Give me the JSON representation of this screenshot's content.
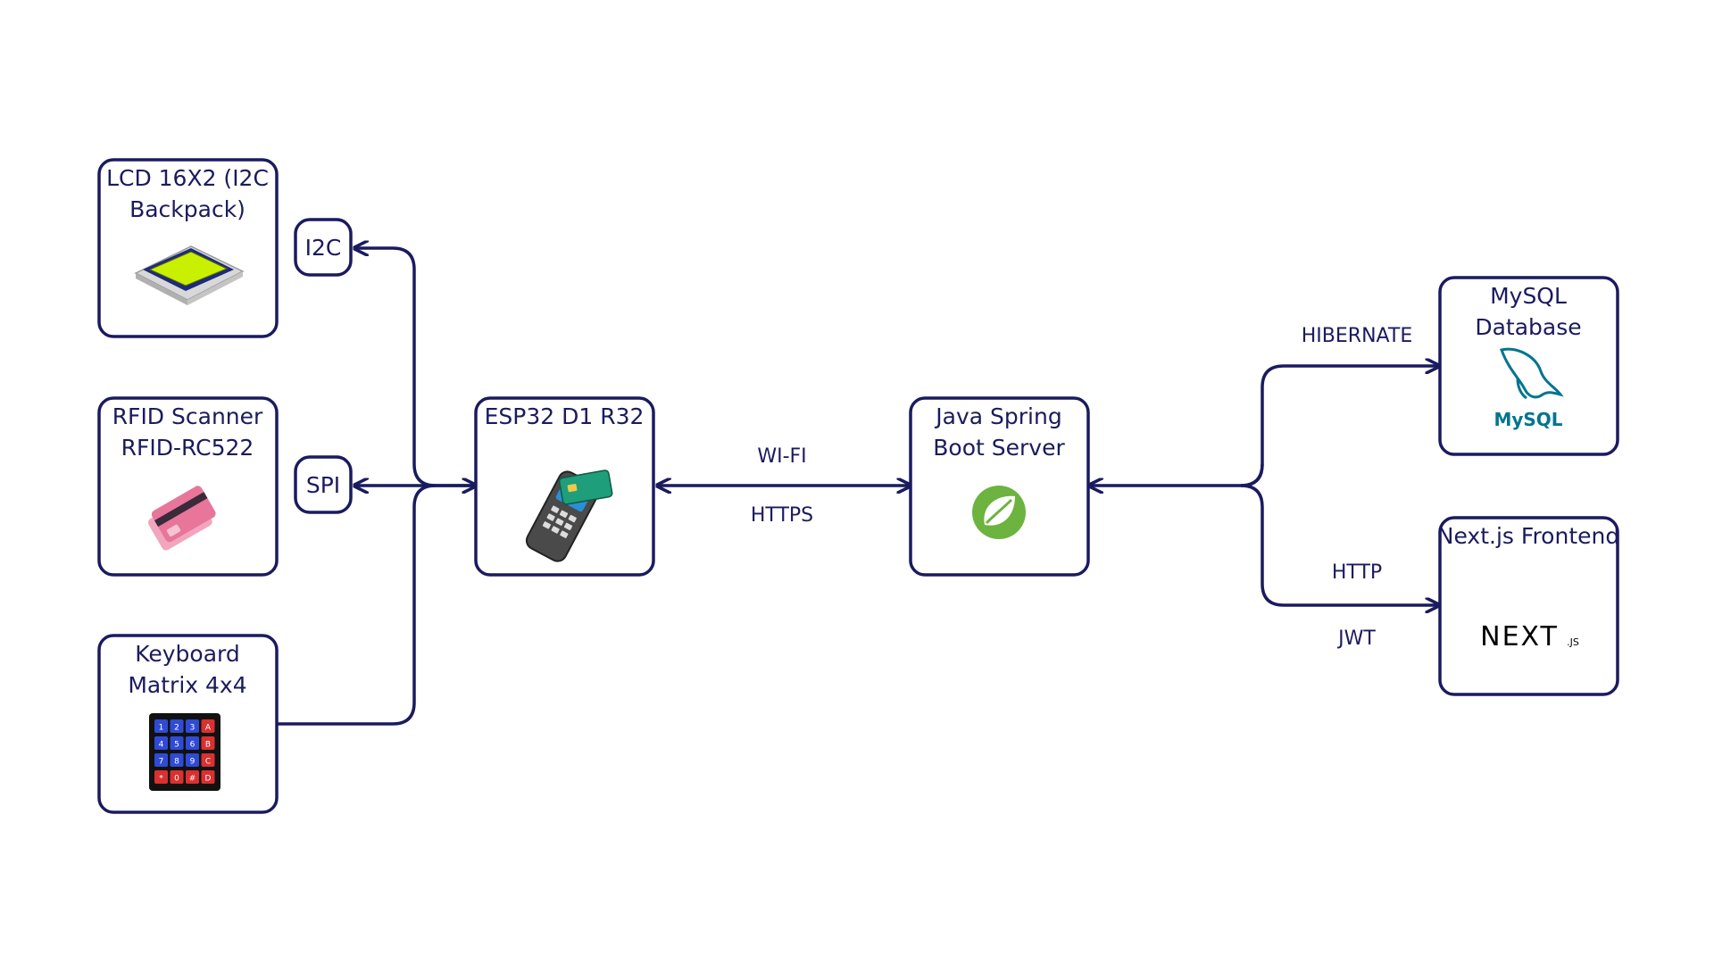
{
  "nodes": {
    "lcd": {
      "line1": "LCD 16X2 (I2C",
      "line2": "Backpack)"
    },
    "rfid": {
      "line1": "RFID Scanner",
      "line2": "RFID-RC522"
    },
    "keypad": {
      "line1": "Keyboard",
      "line2": "Matrix 4x4",
      "keys": [
        "1",
        "2",
        "3",
        "A",
        "4",
        "5",
        "6",
        "B",
        "7",
        "8",
        "9",
        "C",
        "*",
        "0",
        "#",
        "D"
      ]
    },
    "esp32": {
      "line1": "ESP32 D1 R32"
    },
    "spring": {
      "line1": "Java Spring",
      "line2": "Boot Server"
    },
    "mysql": {
      "line1": "MySQL",
      "line2": "Database",
      "logo_text": "MySQL"
    },
    "nextjs": {
      "line1": "Next.js Frontend",
      "logo_text": "NEXT",
      "logo_suffix": ".JS"
    }
  },
  "ports": {
    "i2c": "I2C",
    "spi": "SPI"
  },
  "edges": {
    "wifi": "WI-FI",
    "https": "HTTPS",
    "hibernate": "HIBERNATE",
    "http": "HTTP",
    "jwt": "JWT"
  },
  "colors": {
    "stroke": "#1a1b5e",
    "lcd_screen": "#c8f000",
    "card_pink": "#e8769a",
    "keypad_blue": "#2f4bd6",
    "keypad_red": "#d93030",
    "spring_green": "#6db33f",
    "mysql_blue": "#00758f",
    "mysql_orange": "#f29111"
  }
}
